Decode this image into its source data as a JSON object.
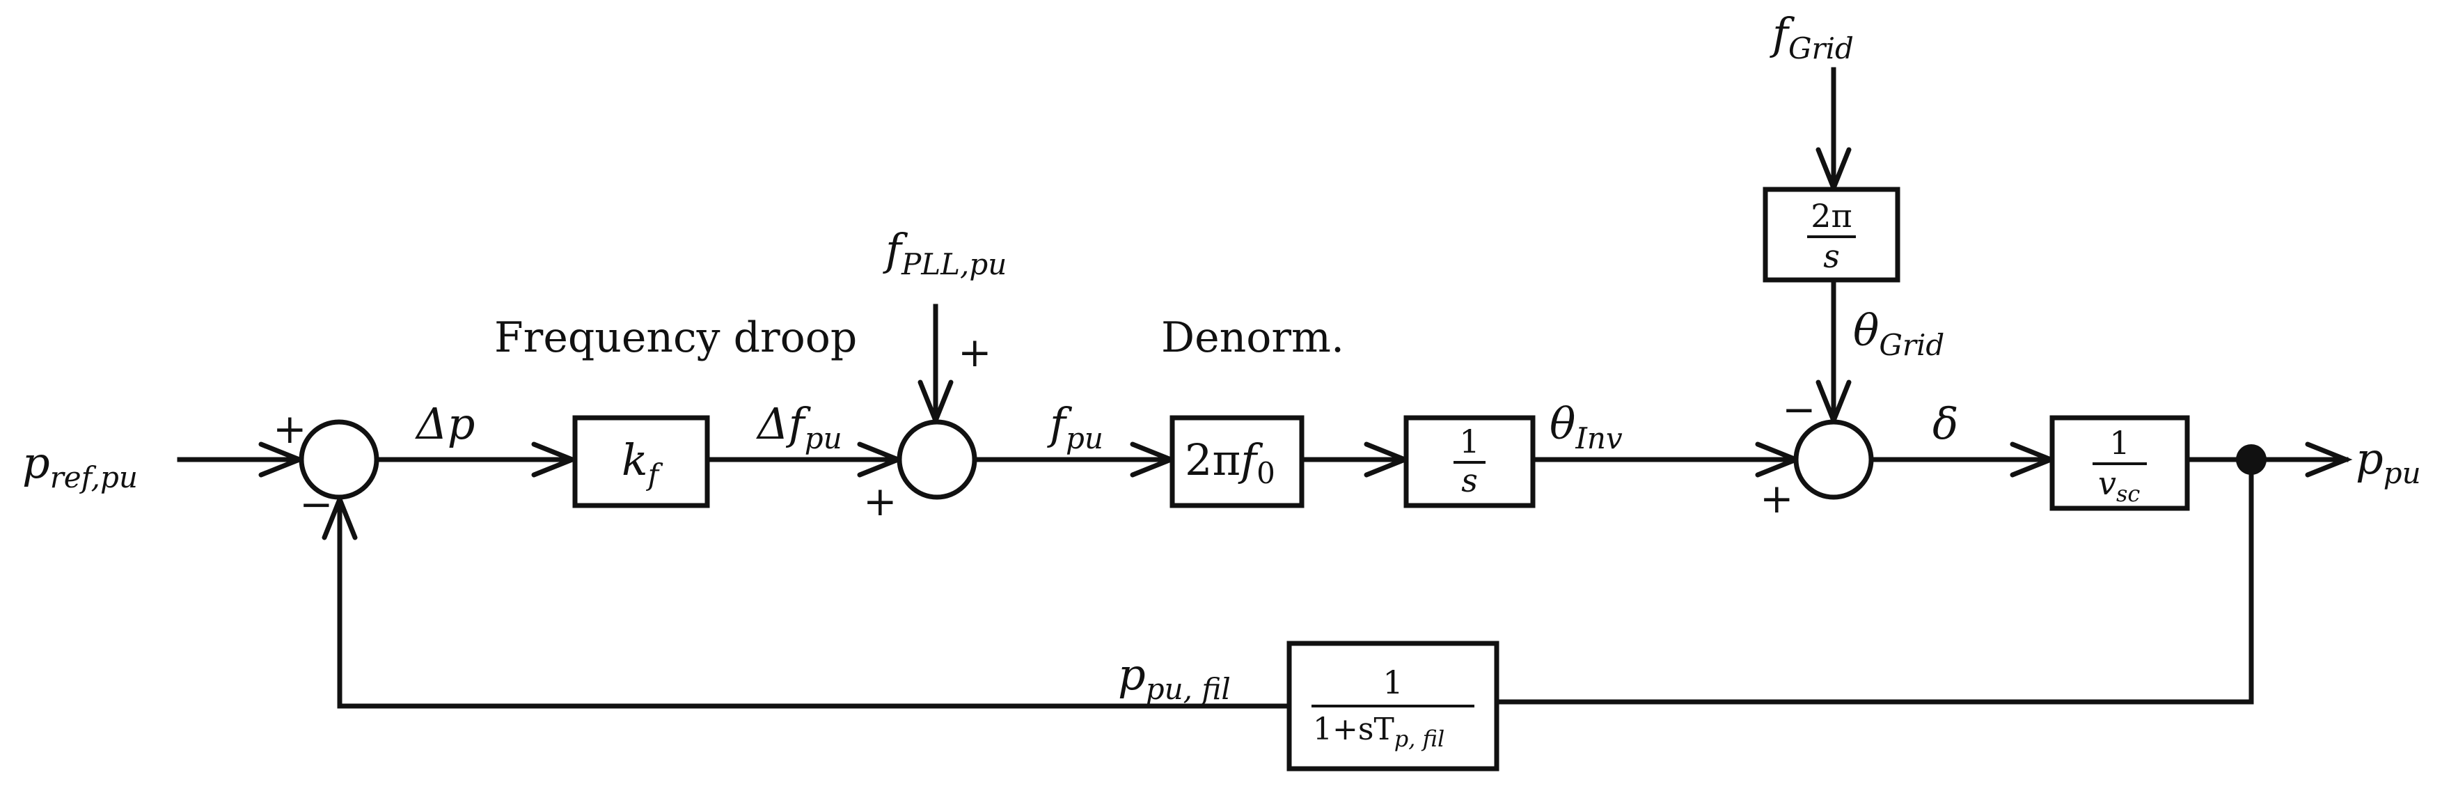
{
  "labels": {
    "input": {
      "base": "p",
      "sub": "ref,pu"
    },
    "delta_p": "Δp",
    "droop_title": "Frequency droop",
    "kf": {
      "base": "k",
      "sub": "f"
    },
    "delta_fpu": {
      "base": "Δf",
      "sub": "pu"
    },
    "fpll": {
      "base": "f",
      "sub": "PLL,pu"
    },
    "fpu": {
      "base": "f",
      "sub": "pu"
    },
    "denorm_title": "Denorm.",
    "gain_2pif0": {
      "pre": "2π",
      "base": "f",
      "sub": "0"
    },
    "integrator_num": "1",
    "integrator_den": "s",
    "theta_inv": {
      "base": "θ",
      "sub": "Inv"
    },
    "fgrid": {
      "base": "f",
      "sub": "Grid"
    },
    "grid_block_num": "2π",
    "grid_block_den": "s",
    "theta_grid": {
      "base": "θ",
      "sub": "Grid"
    },
    "delta": "δ",
    "vsc_num": "1",
    "vsc_den": {
      "base": "v",
      "sub": "sc"
    },
    "output": {
      "base": "p",
      "sub": "pu"
    },
    "filter_num": "1",
    "filter_den": {
      "pre": "1+sT",
      "sub": "p, fil"
    },
    "feedback": {
      "base": "p",
      "sub": "pu, fil"
    }
  },
  "signs": {
    "sum1_top": "+",
    "sum1_bottom": "−",
    "sum2_top": "+",
    "sum2_bottom": "+",
    "sum3_top": "−",
    "sum3_bottom": "+"
  }
}
